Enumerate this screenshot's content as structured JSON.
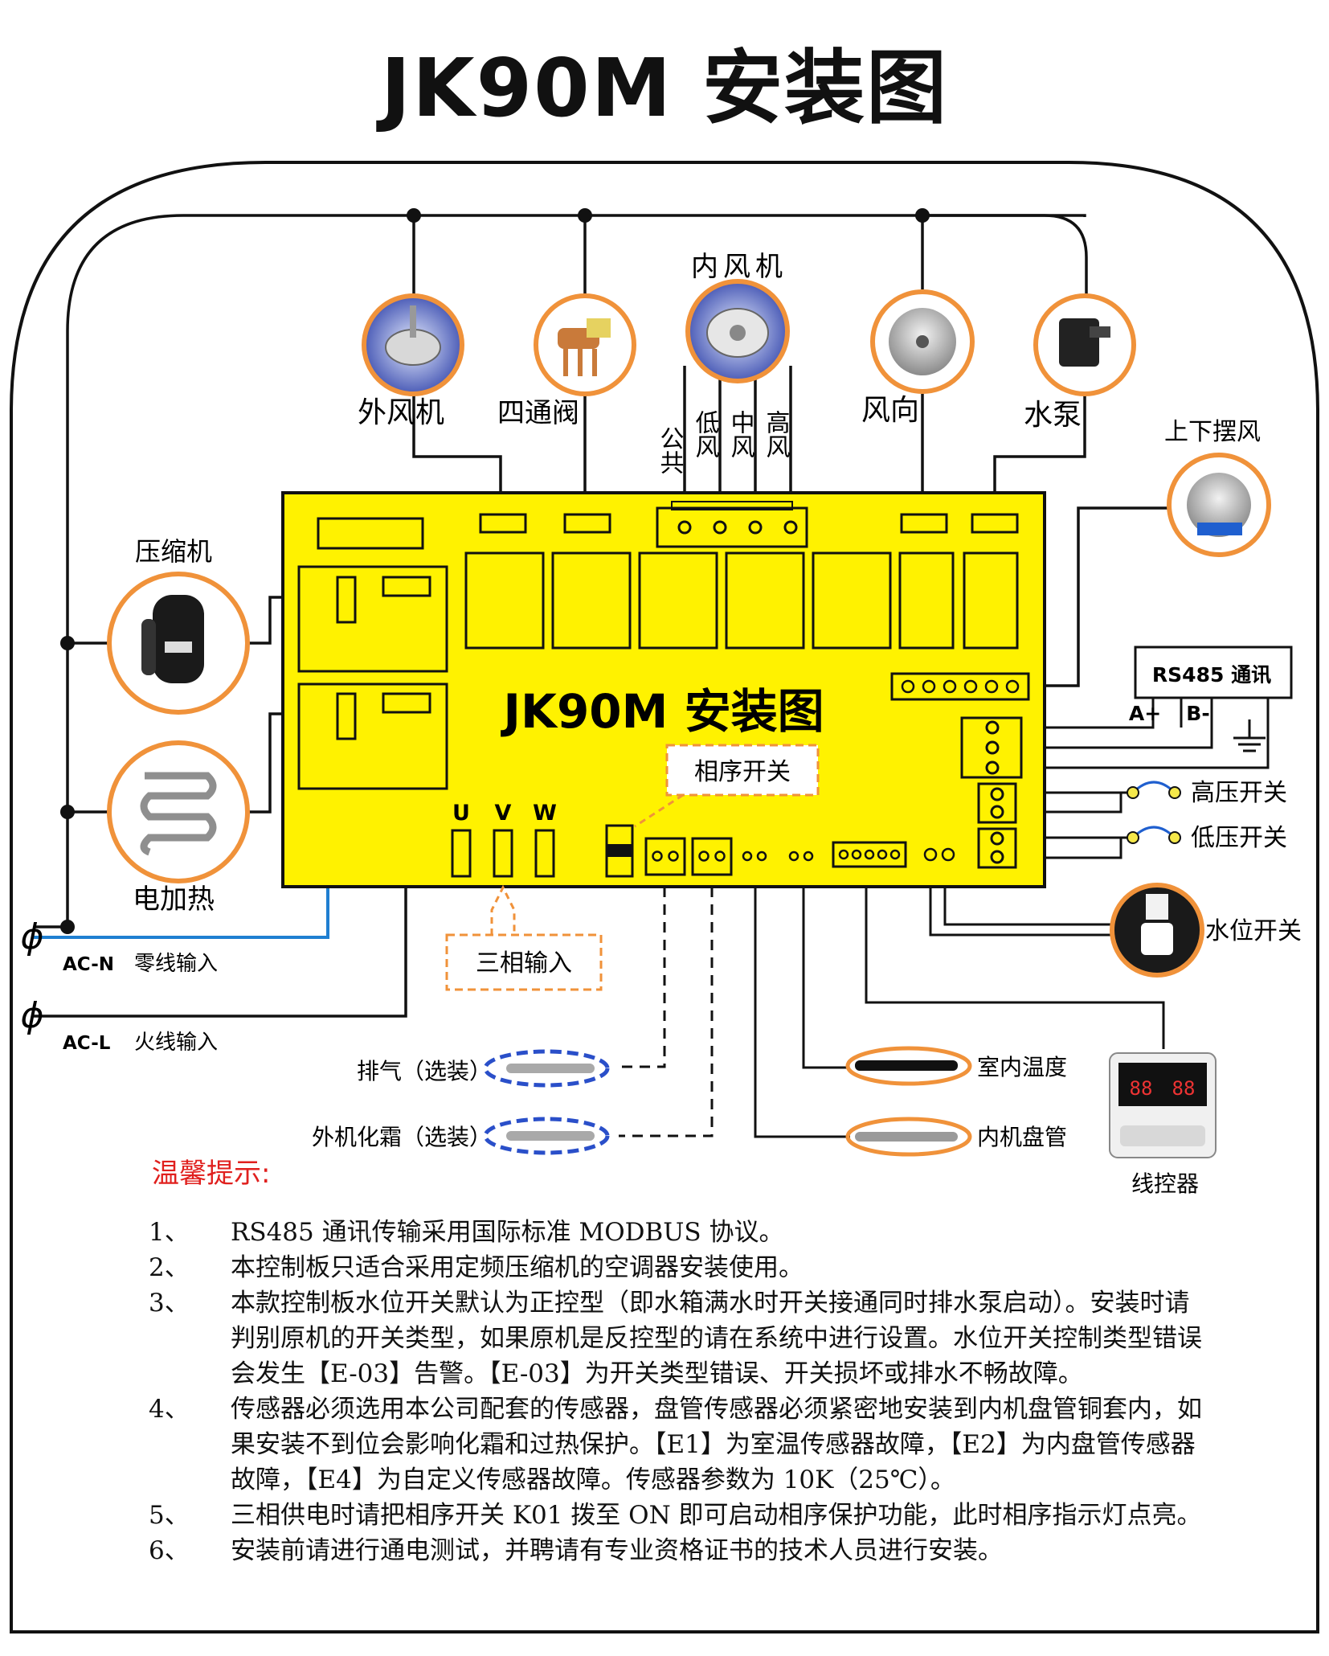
{
  "title": "JK90M 安装图",
  "board_title": "JK90M 安装图",
  "components": {
    "outdoor_fan": "外风机",
    "four_way_valve": "四通阀",
    "indoor_fan": "内风机",
    "fan_speeds": {
      "common": "公共",
      "low": "低风",
      "mid": "中风",
      "high": "高风"
    },
    "air_direction": "风向",
    "water_pump": "水泵",
    "swing": "上下摆风",
    "compressor": "压缩机",
    "electric_heater": "电加热",
    "rs485": "RS485 通讯",
    "rs485_a": "A+",
    "rs485_b": "B-",
    "high_pressure": "高压开关",
    "low_pressure": "低压开关",
    "water_level": "水位开关",
    "phase_switch": "相序开关",
    "three_phase": "三相输入",
    "u": "U",
    "v": "V",
    "w": "W",
    "ac_n_code": "AC-N",
    "ac_n_label": "零线输入",
    "ac_l_code": "AC-L",
    "ac_l_label": "火线输入",
    "exhaust": "排气（选装）",
    "defrost": "外机化霜（选装）",
    "room_temp": "室内温度",
    "coil": "内机盘管",
    "controller": "线控器",
    "ctrl_display": "88"
  },
  "notes": {
    "title": "温馨提示:",
    "items": [
      {
        "num": "1、",
        "text": "RS485 通讯传输采用国际标准 MODBUS 协议。"
      },
      {
        "num": "2、",
        "text": "本控制板只适合采用定频压缩机的空调器安装使用。"
      },
      {
        "num": "3、",
        "text": "本款控制板水位开关默认为正控型（即水箱满水时开关接通同时排水泵启动）。安装时请判别原机的开关类型，如果原机是反控型的请在系统中进行设置。水位开关控制类型错误会发生【E-03】告警。【E-03】为开关类型错误、开关损坏或排水不畅故障。"
      },
      {
        "num": "4、",
        "text": "传感器必须选用本公司配套的传感器，盘管传感器必须紧密地安装到内机盘管铜套内，如果安装不到位会影响化霜和过热保护。【E1】为室温传感器故障，【E2】为内盘管传感器故障，【E4】为自定义传感器故障。传感器参数为 10K（25℃）。"
      },
      {
        "num": "5、",
        "text": "三相供电时请把相序开关 K01 拨至 ON 即可启动相序保护功能，此时相序指示灯点亮。"
      },
      {
        "num": "6、",
        "text": "安装前请进行通电测试，并聘请有专业资格证书的技术人员进行安装。"
      }
    ]
  },
  "colors": {
    "board": "#fff200",
    "accent": "#f0923a",
    "blue_wire": "#1f7fd1",
    "sensor_ring": "#2a4fc9",
    "alert": "#e0201e"
  }
}
